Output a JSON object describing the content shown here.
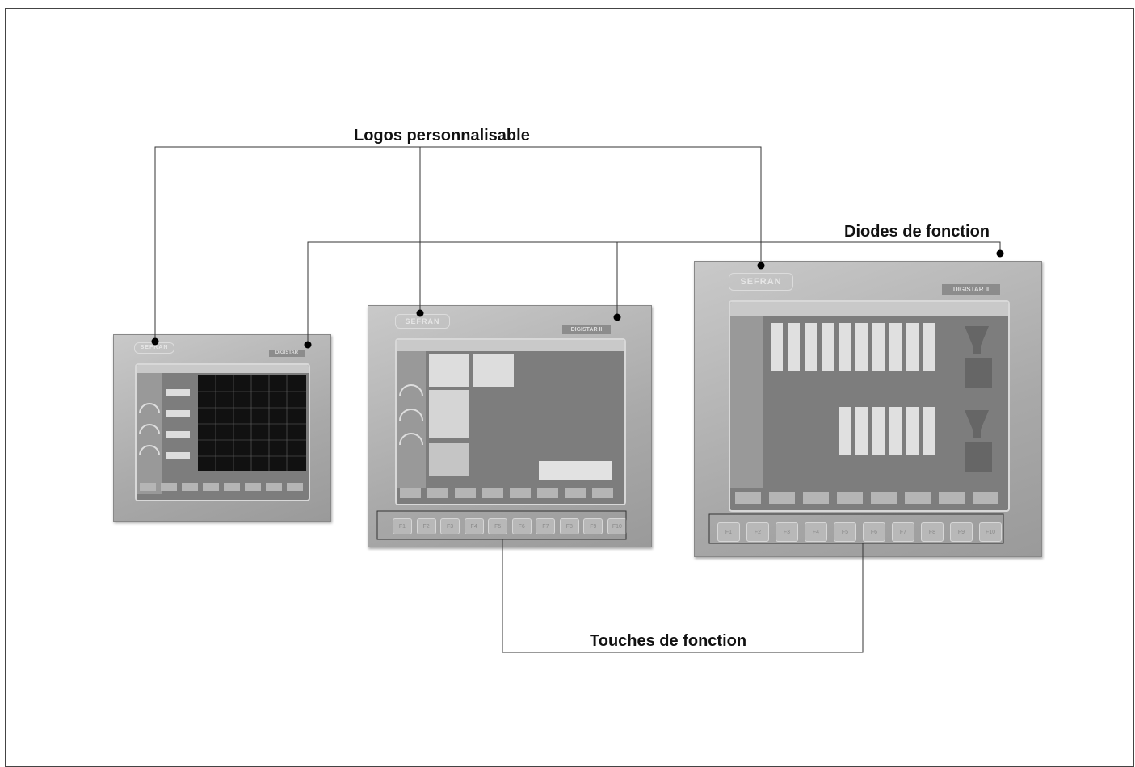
{
  "labels": {
    "logos": "Logos personnalisable",
    "diodes": "Diodes de fonction",
    "touches": "Touches de fonction"
  },
  "devices": {
    "small": {
      "logo": "SEFRAN",
      "brand": "DIGISTAR"
    },
    "medium": {
      "logo": "SEFRAN",
      "brand": "DIGISTAR II"
    },
    "large": {
      "logo": "SEFRAN",
      "brand": "DIGISTAR II"
    }
  },
  "function_keys": [
    "F1",
    "F2",
    "F3",
    "F4",
    "F5",
    "F6",
    "F7",
    "F8",
    "F9",
    "F10"
  ]
}
